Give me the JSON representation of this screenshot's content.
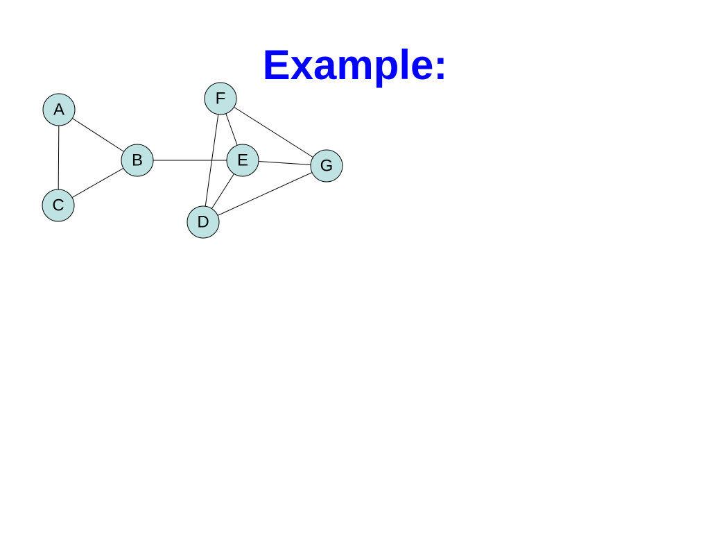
{
  "slide": {
    "title": "Example:",
    "title_color": "#0000ff"
  },
  "graph": {
    "node_fill": "#bfe3e3",
    "nodes": [
      {
        "id": "A",
        "label": "A"
      },
      {
        "id": "B",
        "label": "B"
      },
      {
        "id": "C",
        "label": "C"
      },
      {
        "id": "D",
        "label": "D"
      },
      {
        "id": "E",
        "label": "E"
      },
      {
        "id": "F",
        "label": "F"
      },
      {
        "id": "G",
        "label": "G"
      }
    ],
    "edges": [
      {
        "from": "A",
        "to": "B"
      },
      {
        "from": "A",
        "to": "C"
      },
      {
        "from": "B",
        "to": "C"
      },
      {
        "from": "B",
        "to": "E"
      },
      {
        "from": "F",
        "to": "E"
      },
      {
        "from": "F",
        "to": "G"
      },
      {
        "from": "F",
        "to": "D"
      },
      {
        "from": "E",
        "to": "G"
      },
      {
        "from": "E",
        "to": "D"
      },
      {
        "from": "D",
        "to": "G"
      }
    ]
  }
}
